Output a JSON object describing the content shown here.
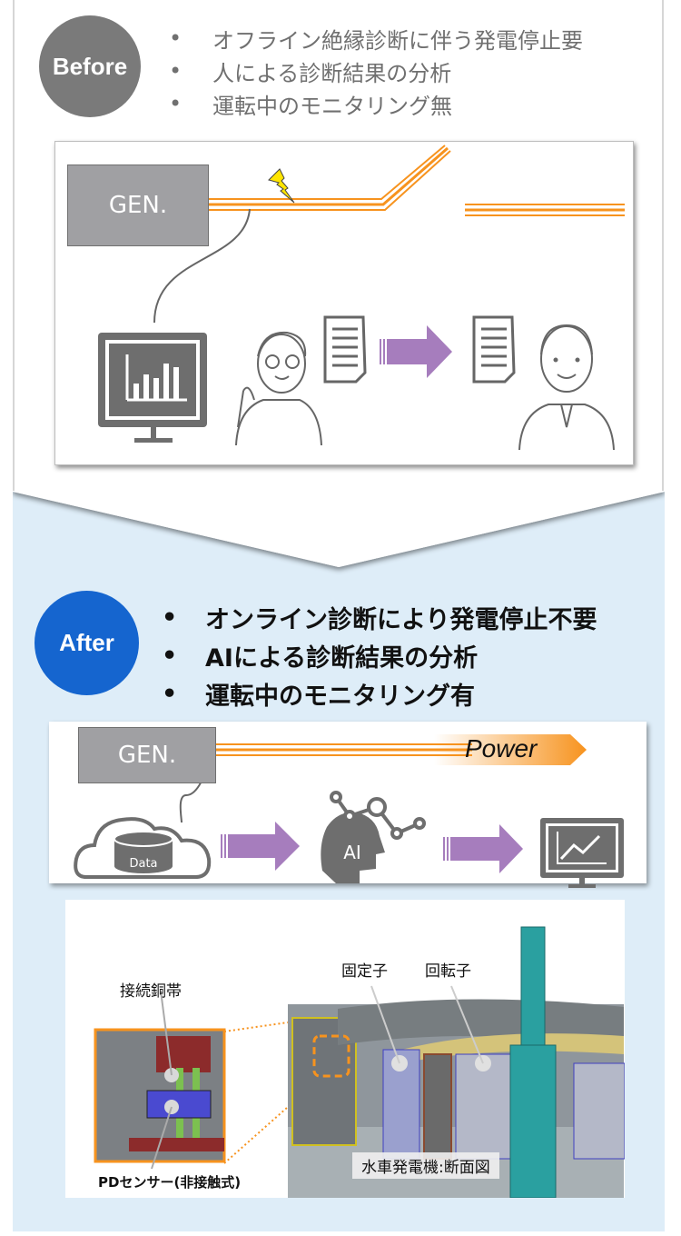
{
  "before": {
    "badge": "Before",
    "bullets": [
      "オフライン絶縁診断に伴う発電停止要",
      "人による診断結果の分析",
      "運転中のモニタリング無"
    ],
    "gen_label": "GEN."
  },
  "after": {
    "badge": "After",
    "bullets": [
      "オンライン診断により発電停止不要",
      "AIによる診断結果の分析",
      "運転中のモニタリング有"
    ],
    "gen_label": "GEN.",
    "power_label": "Power",
    "data_label": "Data",
    "ai_label": "AI"
  },
  "photo": {
    "labels": {
      "copper_band": "接続銅帯",
      "stator": "固定子",
      "rotor": "回転子",
      "sensor": "PDセンサー(非接触式)",
      "section": "水車発電機:断面図"
    }
  },
  "bullet_char": "•",
  "colors": {
    "before_badge": "#7a7a7a",
    "after_badge": "#1565cf",
    "power_line": "#f7931e",
    "arrow": "#a67dbd",
    "icon_gray": "#6e6e6e",
    "after_bg": "#deedf8"
  }
}
